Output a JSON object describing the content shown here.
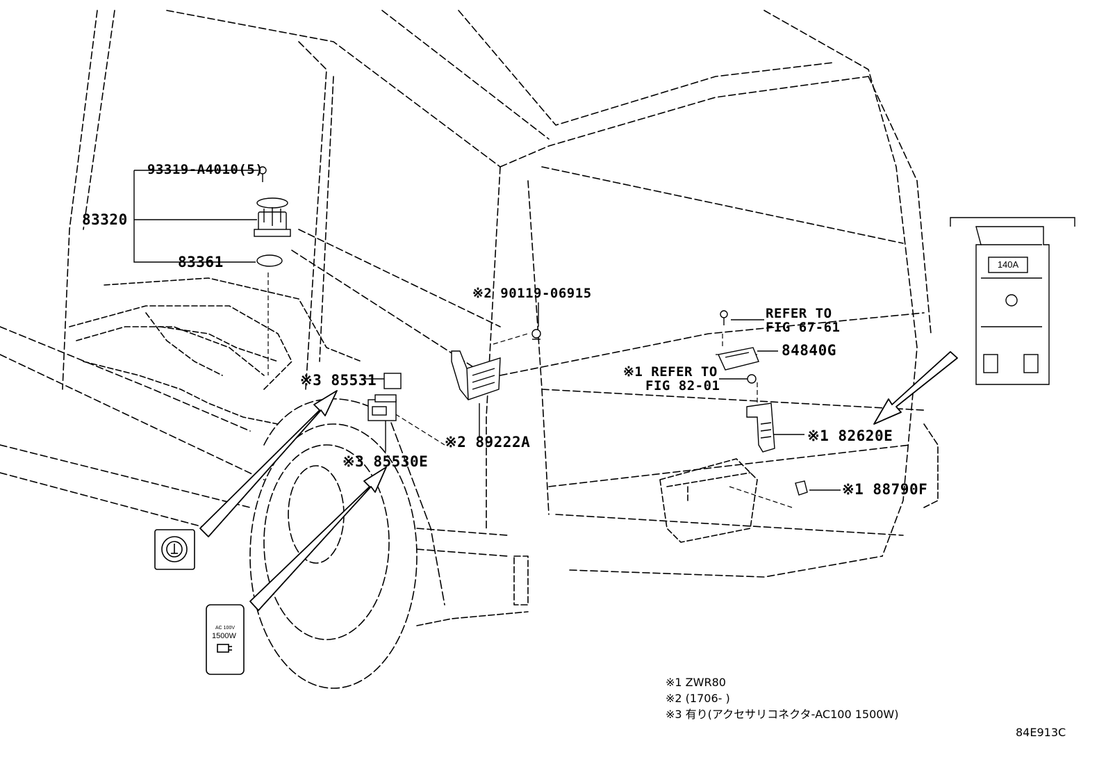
{
  "callouts": {
    "p93319": "93319-A4010(5)",
    "p83320": "83320",
    "p83361": "83361",
    "p90119": "※2 90119-06915",
    "p85531": "※3 85531",
    "p85530e": "※3 85530E",
    "p89222a": "※2 89222A",
    "refer1_line1": "REFER TO",
    "refer1_line2": "FIG 67-61",
    "p84840g": "84840G",
    "refer2_line1": "※1 REFER TO",
    "refer2_line2": "FIG 82-01",
    "p82620e": "※1 82620E",
    "p88790f": "※1 88790F"
  },
  "fuse_label": "140A",
  "outlet_label_line1": "AC 100V",
  "outlet_label_line2": "1500W",
  "footnotes": {
    "n1": "※1  ZWR80",
    "n2": "※2 (1706-      )",
    "n3": "※3 有り(アクセサリコネクタ-AC100  1500W)"
  },
  "diagram_code": "84E913C"
}
